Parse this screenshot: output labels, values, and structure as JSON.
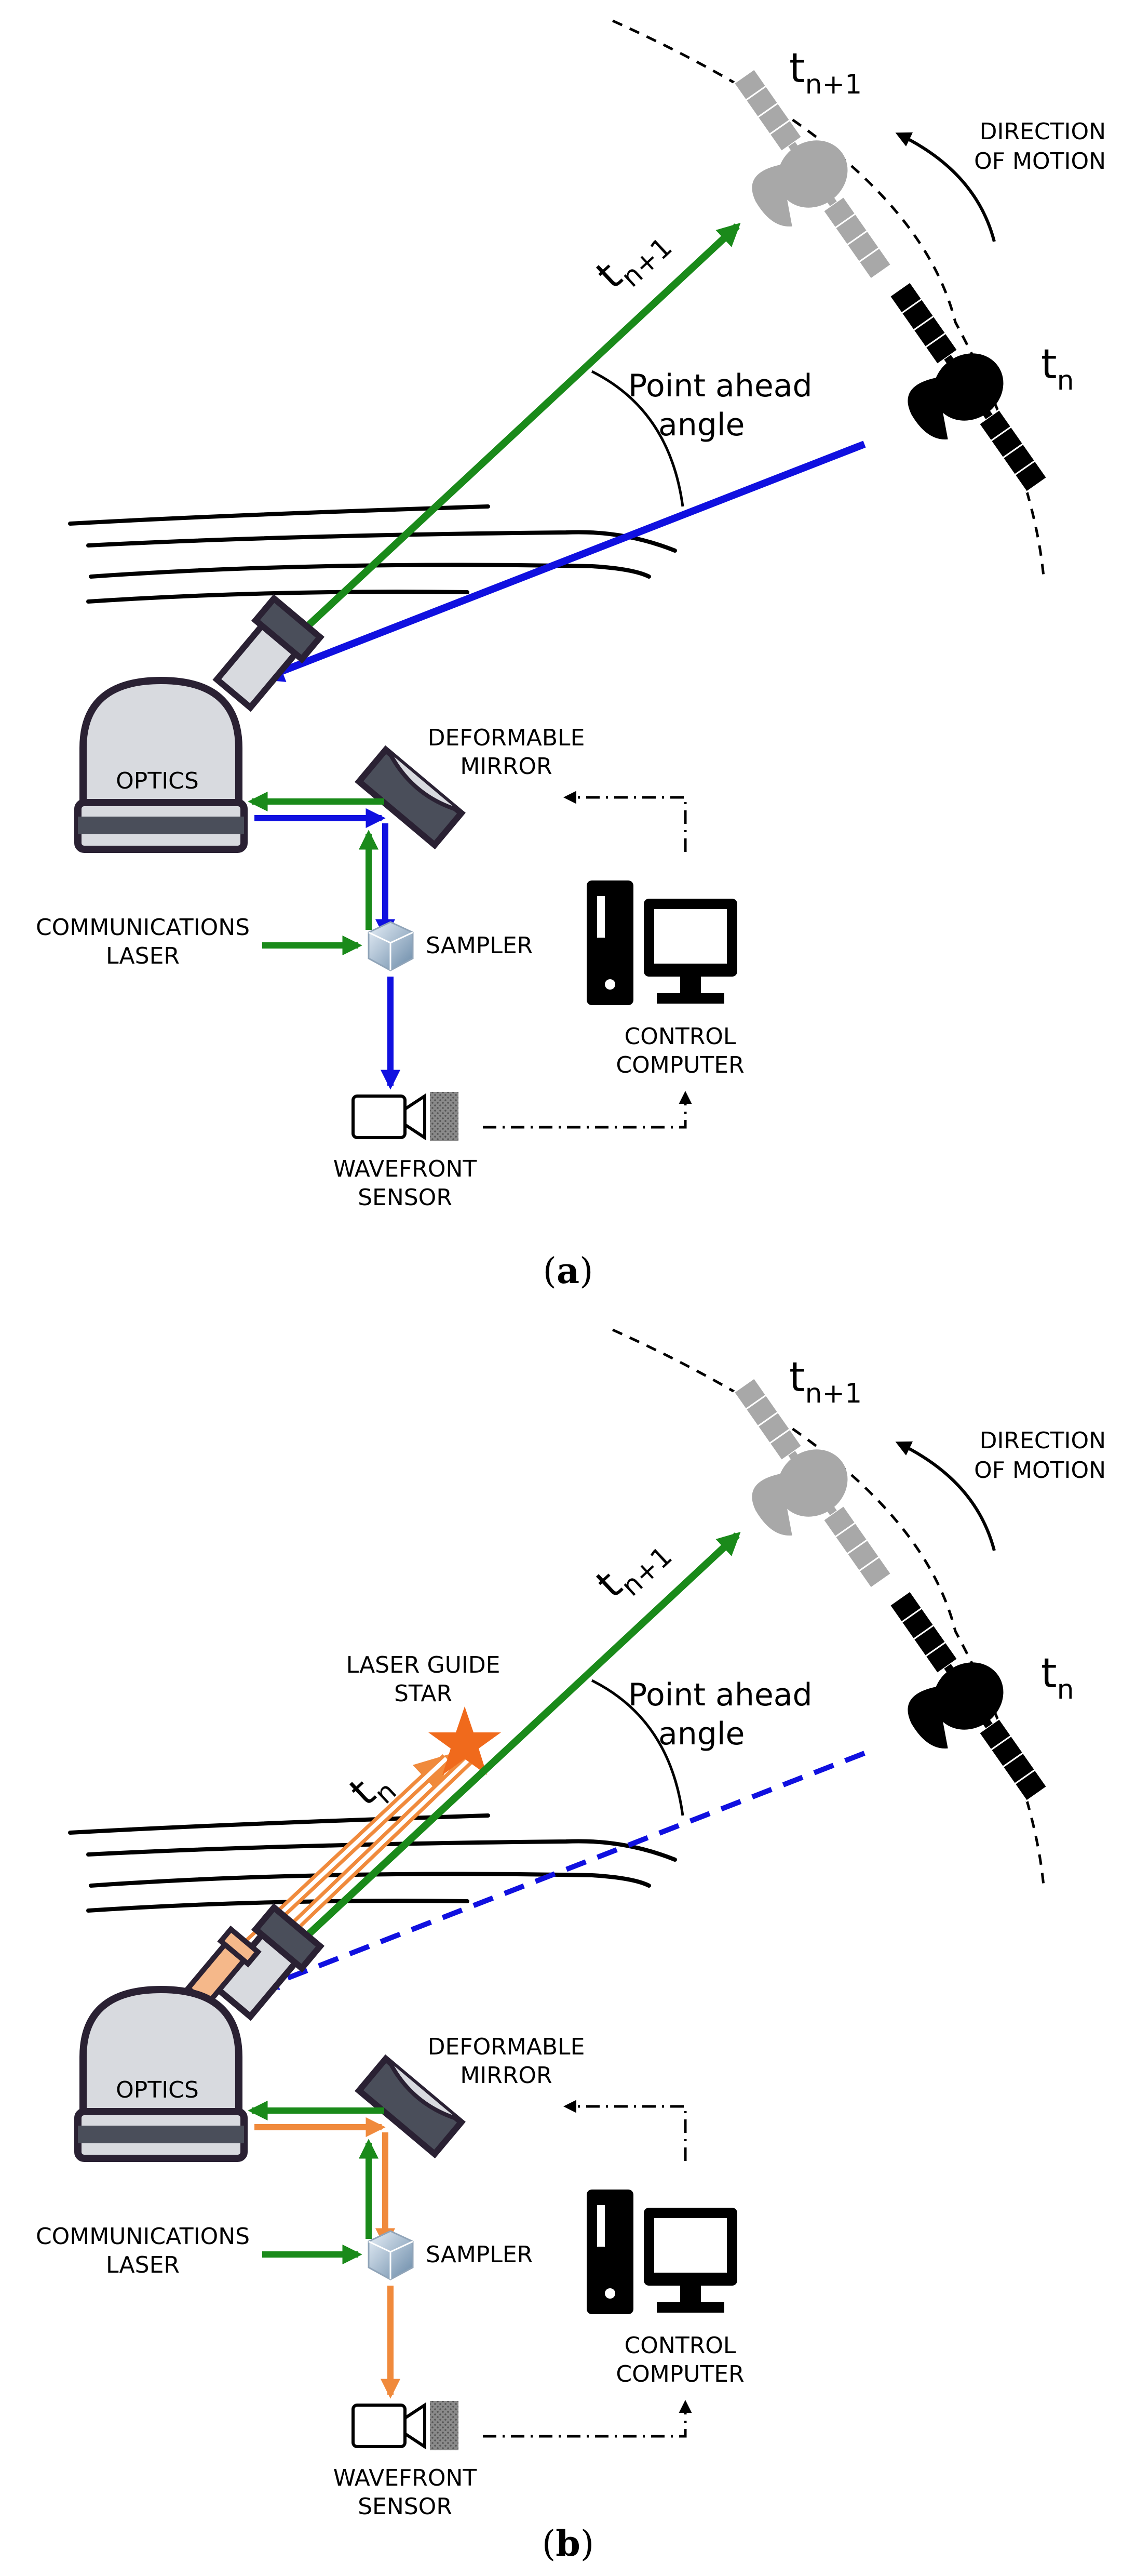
{
  "panels": [
    {
      "caption_open": "(",
      "caption_letter": "a",
      "caption_close": ")",
      "t_base": "t",
      "sub_next": "n+1",
      "sub_n": "n",
      "direction_line1": "DIRECTION",
      "direction_line2": "OF MOTION",
      "point_ahead_line1": "Point ahead",
      "point_ahead_line2": "angle",
      "optics": "OPTICS",
      "deformable_line1": "DEFORMABLE",
      "deformable_line2": "MIRROR",
      "comms_line1": "COMMUNICATIONS",
      "comms_line2": "LASER",
      "sampler": "SAMPLER",
      "control_line1": "CONTROL",
      "control_line2": "COMPUTER",
      "wavefront_line1": "WAVEFRONT",
      "wavefront_line2": "SENSOR"
    },
    {
      "caption_open": "(",
      "caption_letter": "b",
      "caption_close": ")",
      "t_base": "t",
      "sub_next": "n+1",
      "sub_n": "n",
      "direction_line1": "DIRECTION",
      "direction_line2": "OF MOTION",
      "point_ahead_line1": "Point ahead",
      "point_ahead_line2": "angle",
      "laser_guide_line1": "LASER GUIDE",
      "laser_guide_line2": "STAR",
      "optics": "OPTICS",
      "deformable_line1": "DEFORMABLE",
      "deformable_line2": "MIRROR",
      "comms_line1": "COMMUNICATIONS",
      "comms_line2": "LASER",
      "sampler": "SAMPLER",
      "control_line1": "CONTROL",
      "control_line2": "COMPUTER",
      "wavefront_line1": "WAVEFRONT",
      "wavefront_line2": "SENSOR"
    }
  ],
  "colors": {
    "uplink": "#1a8a1a",
    "downlink": "#1010e0",
    "guide_star": "#f08a3c",
    "satellite_current": "#000000",
    "satellite_next": "#a8a8a8",
    "outline": "#2a2133"
  }
}
